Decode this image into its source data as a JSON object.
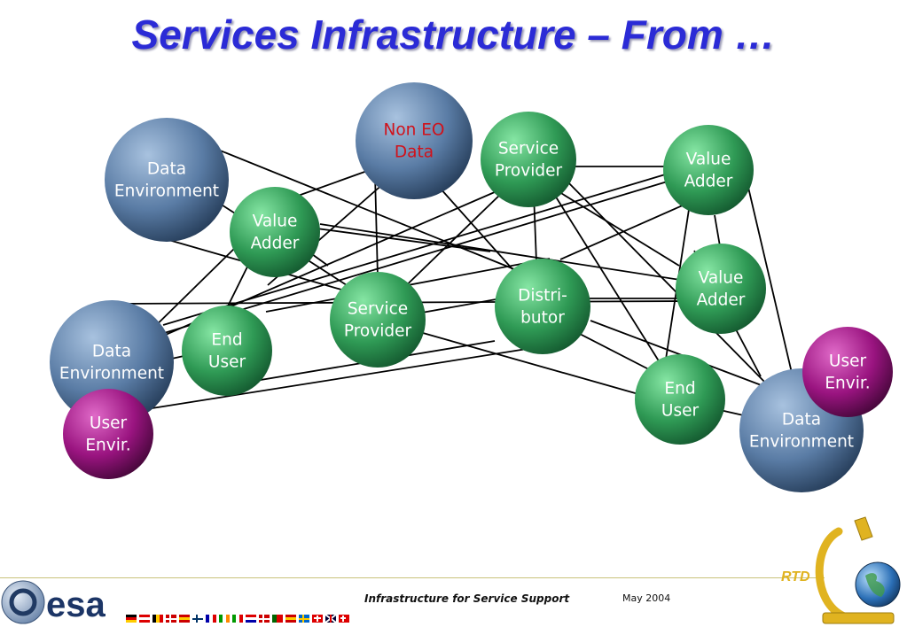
{
  "title": "Services Infrastructure – From …",
  "colors": {
    "title": "#2b2bd6",
    "data_environment": "#4f6f96",
    "green_node": "#2f9a55",
    "user_envir": "#8a0f72",
    "non_eo_text": "#d0121b",
    "line": "#000000"
  },
  "nodes": [
    {
      "id": "de1",
      "kind": "blue",
      "lines": [
        "Data",
        "Environment"
      ]
    },
    {
      "id": "noneo",
      "kind": "blue",
      "text_color": "#d0121b",
      "lines": [
        "Non EO",
        "Data"
      ]
    },
    {
      "id": "sp1",
      "kind": "green",
      "lines": [
        "Service",
        "Provider"
      ]
    },
    {
      "id": "va1",
      "kind": "green",
      "lines": [
        "Value",
        "Adder"
      ]
    },
    {
      "id": "va2",
      "kind": "green",
      "lines": [
        "Value",
        "Adder"
      ]
    },
    {
      "id": "dist",
      "kind": "green",
      "lines": [
        "Distri-",
        "butor"
      ]
    },
    {
      "id": "sp2",
      "kind": "green",
      "lines": [
        "Service",
        "Provider"
      ]
    },
    {
      "id": "va3",
      "kind": "green",
      "lines": [
        "Value",
        "Adder"
      ]
    },
    {
      "id": "de2",
      "kind": "blue",
      "lines": [
        "Data",
        "Environment"
      ]
    },
    {
      "id": "eu1",
      "kind": "green",
      "lines": [
        "End",
        "User"
      ]
    },
    {
      "id": "ue1",
      "kind": "purple",
      "lines": [
        "User",
        "Envir."
      ]
    },
    {
      "id": "eu2",
      "kind": "green",
      "lines": [
        "End",
        "User"
      ]
    },
    {
      "id": "de3",
      "kind": "blue",
      "lines": [
        "Data",
        "Environment"
      ]
    },
    {
      "id": "ue2",
      "kind": "purple",
      "lines": [
        "User",
        "Envir."
      ]
    }
  ],
  "footer": {
    "title": "Infrastructure for Service Support",
    "date": "May 2004"
  },
  "logos": {
    "esa": "esa",
    "rtd": "RTD"
  }
}
